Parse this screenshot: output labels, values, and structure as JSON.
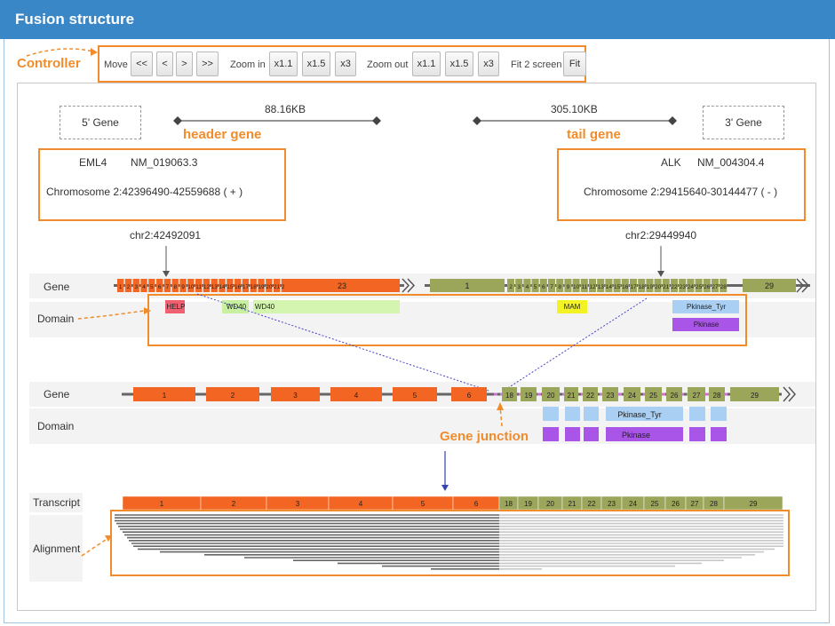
{
  "page": {
    "title": "Fusion structure"
  },
  "annotations": {
    "controller": "Controller",
    "header_gene": "header gene",
    "tail_gene": "tail gene",
    "gene_junction": "Gene junction"
  },
  "controller": {
    "move_label": "Move",
    "move_buttons": [
      "<<",
      "<",
      ">",
      ">>"
    ],
    "zoom_in_label": "Zoom in",
    "zoom_in_buttons": [
      "x1.1",
      "x1.5",
      "x3"
    ],
    "zoom_out_label": "Zoom out",
    "zoom_out_buttons": [
      "x1.1",
      "x1.5",
      "x3"
    ],
    "fit_label": "Fit 2 screen",
    "fit_button": "Fit"
  },
  "five_prime": {
    "box_label": "5' Gene",
    "span": "88.16KB",
    "gene": "EML4",
    "transcript": "NM_019063.3",
    "location": "Chromosome 2:42396490-42559688 ( + )",
    "breakpoint": "chr2:42492091",
    "color": "#f26522"
  },
  "three_prime": {
    "box_label": "3' Gene",
    "span": "305.10KB",
    "gene": "ALK",
    "transcript": "NM_004304.4",
    "location": "Chromosome 2:29415640-30144477 ( - )",
    "breakpoint": "chr2:29449940",
    "color": "#9ba65a"
  },
  "row_labels": {
    "gene": "Gene",
    "domain": "Domain",
    "transcript": "Transcript",
    "alignment": "Alignment"
  },
  "top_track": {
    "eml4_exons": [
      "1",
      "2",
      "3",
      "4",
      "5",
      "6",
      "7",
      "8",
      "9",
      "10",
      "11",
      "12",
      "13",
      "14",
      "15",
      "16",
      "17",
      "18",
      "19",
      "20",
      "21",
      "22",
      "23"
    ],
    "alk_exons": [
      "1",
      "2",
      "3",
      "4",
      "5",
      "6",
      "7",
      "8",
      "9",
      "10",
      "11",
      "12",
      "13",
      "14",
      "15",
      "16",
      "17",
      "18",
      "19",
      "20",
      "21",
      "22",
      "23",
      "24",
      "25",
      "26",
      "27",
      "28",
      "29"
    ],
    "eml4_domains": [
      "HELP",
      "WD40",
      "WD40"
    ],
    "alk_domains": [
      "MAM",
      "Pkinase_Tyr",
      "Pkinase"
    ]
  },
  "fusion_track": {
    "eml4_exons": [
      "1",
      "2",
      "3",
      "4",
      "5",
      "6"
    ],
    "alk_exons": [
      "18",
      "19",
      "20",
      "21",
      "22",
      "23",
      "24",
      "25",
      "26",
      "27",
      "28",
      "29"
    ],
    "domains": [
      "Pkinase_Tyr",
      "Pkinase"
    ],
    "domain_colors": {
      "pkinase_tyr": "#a9cff2",
      "pkinase": "#a855e8"
    }
  },
  "transcript_track": {
    "eml4_exons": [
      "1",
      "2",
      "3",
      "4",
      "5",
      "6"
    ],
    "alk_exons": [
      "18",
      "19",
      "20",
      "21",
      "22",
      "23",
      "24",
      "25",
      "26",
      "27",
      "28",
      "29"
    ]
  }
}
